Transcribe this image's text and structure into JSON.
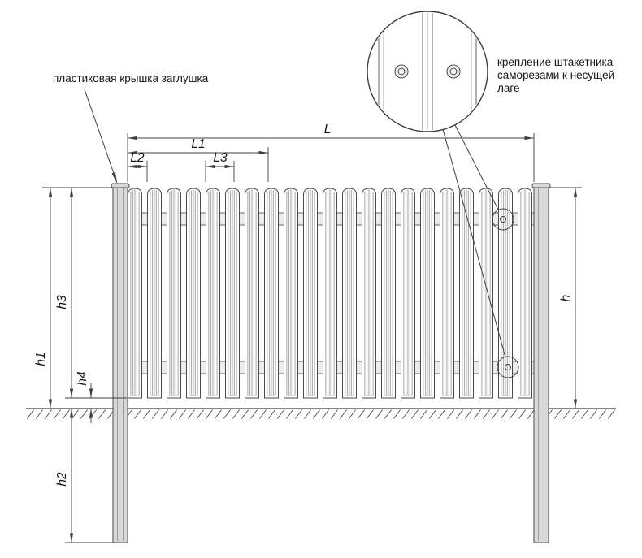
{
  "diagram": {
    "kind": "fence picket installation technical drawing"
  },
  "labels": {
    "cap_annotation": "пластиковая крышка заглушка",
    "fastening_annotation": [
      "крепление штакетника",
      "саморезами к несущей",
      "лаге"
    ]
  },
  "dimensions": {
    "L": "L",
    "L1": "L1",
    "L2": "L2",
    "L3": "L3",
    "h": "h",
    "h1": "h1",
    "h2": "h2",
    "h3": "h3",
    "h4": "h4"
  },
  "fence": {
    "picket_count": 21
  },
  "colors": {
    "line": "#3f3f3f",
    "post_fill": "#d9d9d9",
    "rail_fill": "#ececec",
    "picket_fill": "#ffffff",
    "background": "#ffffff"
  }
}
